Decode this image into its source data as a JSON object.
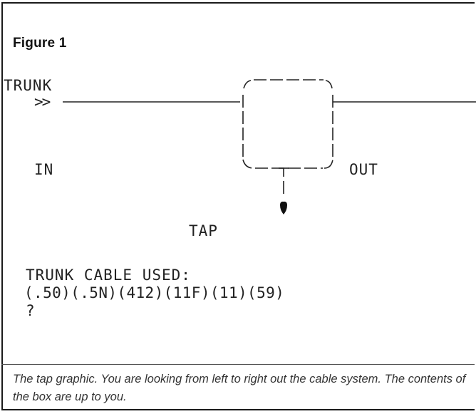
{
  "figure_label": "Figure 1",
  "diagram": {
    "trunk_label": "TRUNK",
    "in_arrow": ">>",
    "in_label": "IN",
    "out_label": "OUT",
    "tap_label": "TAP"
  },
  "screen": {
    "line1": "TRUNK CABLE USED:",
    "line2": "(.50)(.5N)(412)(11F)(11)(59)",
    "prompt": "?"
  },
  "caption": "The tap graphic. You are looking from left to right out the cable system. The contents of the box are up to you."
}
